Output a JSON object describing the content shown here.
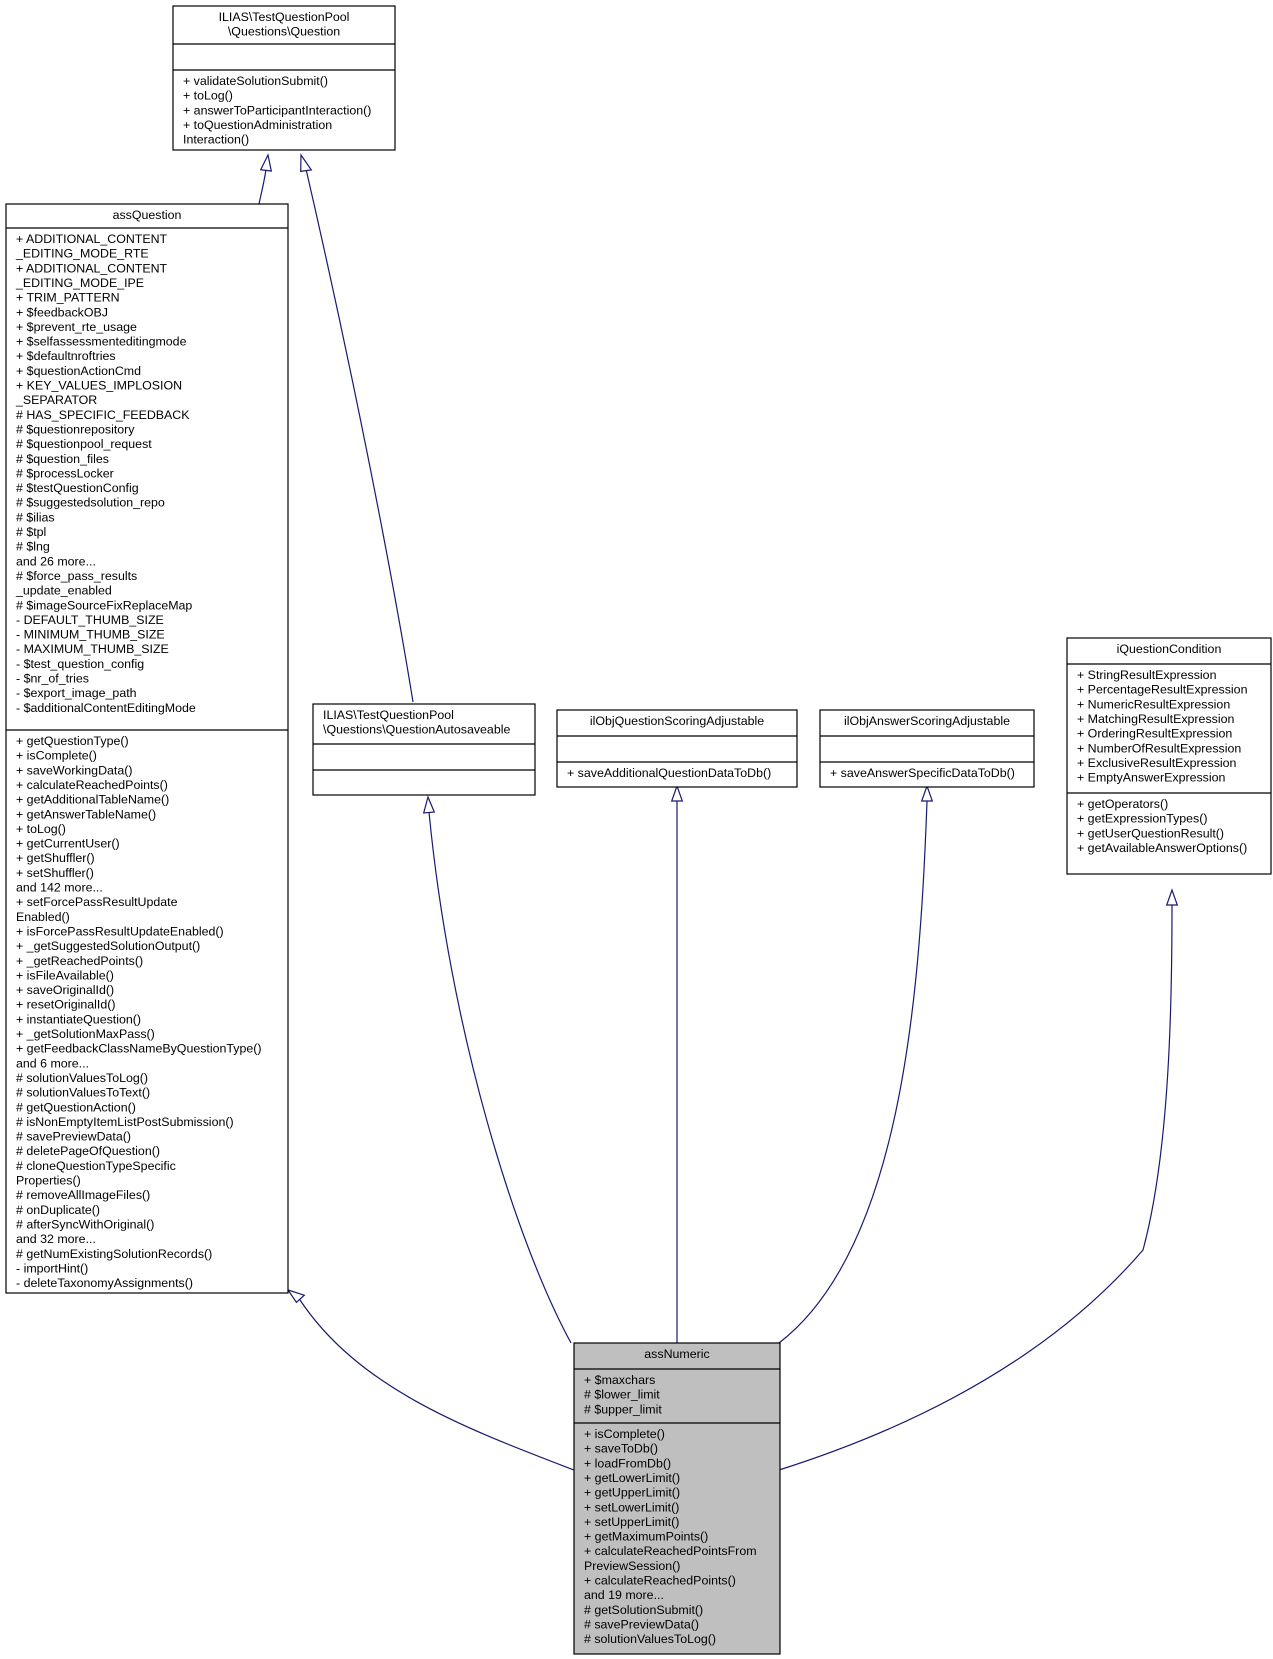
{
  "classes": {
    "question": {
      "title": [
        "ILIAS\\TestQuestionPool",
        "\\Questions\\Question"
      ],
      "attributes": [],
      "methods": [
        "+ validateSolutionSubmit()",
        "+ toLog()",
        "+ answerToParticipantInteraction()",
        "+ toQuestionAdministration",
        "Interaction()"
      ]
    },
    "assQuestion": {
      "title": [
        "assQuestion"
      ],
      "attributes": [
        "+ ADDITIONAL_CONTENT",
        "_EDITING_MODE_RTE",
        "+ ADDITIONAL_CONTENT",
        "_EDITING_MODE_IPE",
        "+ TRIM_PATTERN",
        "+ $feedbackOBJ",
        "+ $prevent_rte_usage",
        "+ $selfassessmenteditingmode",
        "+ $defaultnroftries",
        "+ $questionActionCmd",
        "+ KEY_VALUES_IMPLOSION",
        "_SEPARATOR",
        "# HAS_SPECIFIC_FEEDBACK",
        "# $questionrepository",
        "# $questionpool_request",
        "# $question_files",
        "# $processLocker",
        "# $testQuestionConfig",
        "# $suggestedsolution_repo",
        "# $ilias",
        "# $tpl",
        "# $lng",
        "and 26 more...",
        "# $force_pass_results",
        "_update_enabled",
        "# $imageSourceFixReplaceMap",
        "- DEFAULT_THUMB_SIZE",
        "- MINIMUM_THUMB_SIZE",
        "- MAXIMUM_THUMB_SIZE",
        "- $test_question_config",
        "- $nr_of_tries",
        "- $export_image_path",
        "- $additionalContentEditingMode"
      ],
      "methods": [
        "+ getQuestionType()",
        "+ isComplete()",
        "+ saveWorkingData()",
        "+ calculateReachedPoints()",
        "+ getAdditionalTableName()",
        "+ getAnswerTableName()",
        "+ toLog()",
        "+ getCurrentUser()",
        "+ getShuffler()",
        "+ setShuffler()",
        "and 142 more...",
        "+ setForcePassResultUpdate",
        "Enabled()",
        "+ isForcePassResultUpdateEnabled()",
        "+ _getSuggestedSolutionOutput()",
        "+ _getReachedPoints()",
        "+ isFileAvailable()",
        "+ saveOriginalId()",
        "+ resetOriginalId()",
        "+ instantiateQuestion()",
        "+ _getSolutionMaxPass()",
        "+ getFeedbackClassNameByQuestionType()",
        "and 6 more...",
        "# solutionValuesToLog()",
        "# solutionValuesToText()",
        "# getQuestionAction()",
        "# isNonEmptyItemListPostSubmission()",
        "# savePreviewData()",
        "# deletePageOfQuestion()",
        "# cloneQuestionTypeSpecific",
        "Properties()",
        "# removeAllImageFiles()",
        "# onDuplicate()",
        "# afterSyncWithOriginal()",
        "and 32 more...",
        "# getNumExistingSolutionRecords()",
        "- importHint()",
        "- deleteTaxonomyAssignments()"
      ]
    },
    "autosaveable": {
      "title": [
        "ILIAS\\TestQuestionPool",
        "\\Questions\\QuestionAutosaveable"
      ],
      "attributes": [],
      "methods": []
    },
    "questionScoring": {
      "title": [
        "ilObjQuestionScoringAdjustable"
      ],
      "attributes": [],
      "methods": [
        "+ saveAdditionalQuestionDataToDb()"
      ]
    },
    "answerScoring": {
      "title": [
        "ilObjAnswerScoringAdjustable"
      ],
      "attributes": [],
      "methods": [
        "+ saveAnswerSpecificDataToDb()"
      ]
    },
    "condition": {
      "title": [
        "iQuestionCondition"
      ],
      "attributes": [
        "+ StringResultExpression",
        "+ PercentageResultExpression",
        "+ NumericResultExpression",
        "+ MatchingResultExpression",
        "+ OrderingResultExpression",
        "+ NumberOfResultExpression",
        "+ ExclusiveResultExpression",
        "+ EmptyAnswerExpression"
      ],
      "methods": [
        "+ getOperators()",
        "+ getExpressionTypes()",
        "+ getUserQuestionResult()",
        "+ getAvailableAnswerOptions()"
      ]
    },
    "assNumeric": {
      "title": [
        "assNumeric"
      ],
      "attributes": [
        "+ $maxchars",
        "# $lower_limit",
        "# $upper_limit"
      ],
      "methods": [
        "+ isComplete()",
        "+ saveToDb()",
        "+ loadFromDb()",
        "+ getLowerLimit()",
        "+ getUpperLimit()",
        "+ setLowerLimit()",
        "+ setUpperLimit()",
        "+ getMaximumPoints()",
        "+ calculateReachedPointsFrom",
        "PreviewSession()",
        "+ calculateReachedPoints()",
        "and 19 more...",
        "# getSolutionSubmit()",
        "# savePreviewData()",
        "# solutionValuesToLog()"
      ]
    }
  },
  "colors": {
    "edge": "#191970",
    "highlight_fill": "#bfbfbf"
  }
}
